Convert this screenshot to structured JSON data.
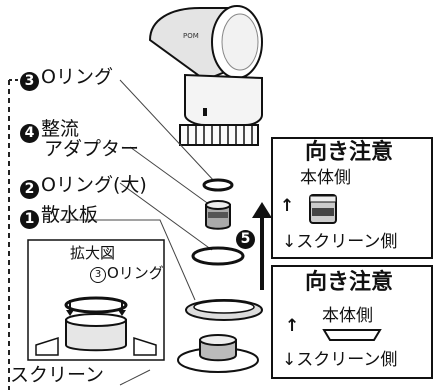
{
  "labels": {
    "part3": {
      "number": "3",
      "text": "Oリング"
    },
    "part4": {
      "number": "4",
      "text": "整流",
      "text2": "アダプター"
    },
    "part2": {
      "number": "2",
      "text": "Oリング(大)"
    },
    "part1": {
      "number": "1",
      "text": "散水板"
    },
    "step5": {
      "number": "5"
    },
    "inset": {
      "title": "拡大図",
      "sub_number": "3",
      "sub_text": "Oリング"
    },
    "screen": "スクリーン"
  },
  "box_adapter": {
    "title": "向き注意",
    "top": "本体側",
    "bottom": "スクリーン側",
    "up_arrow": "↑",
    "down_arrow": "↓"
  },
  "box_screen": {
    "title": "向き注意",
    "top": "本体側",
    "bottom": "スクリーン側",
    "up_arrow": "↑",
    "down_arrow": "↓"
  },
  "faucet_logo": "POM"
}
